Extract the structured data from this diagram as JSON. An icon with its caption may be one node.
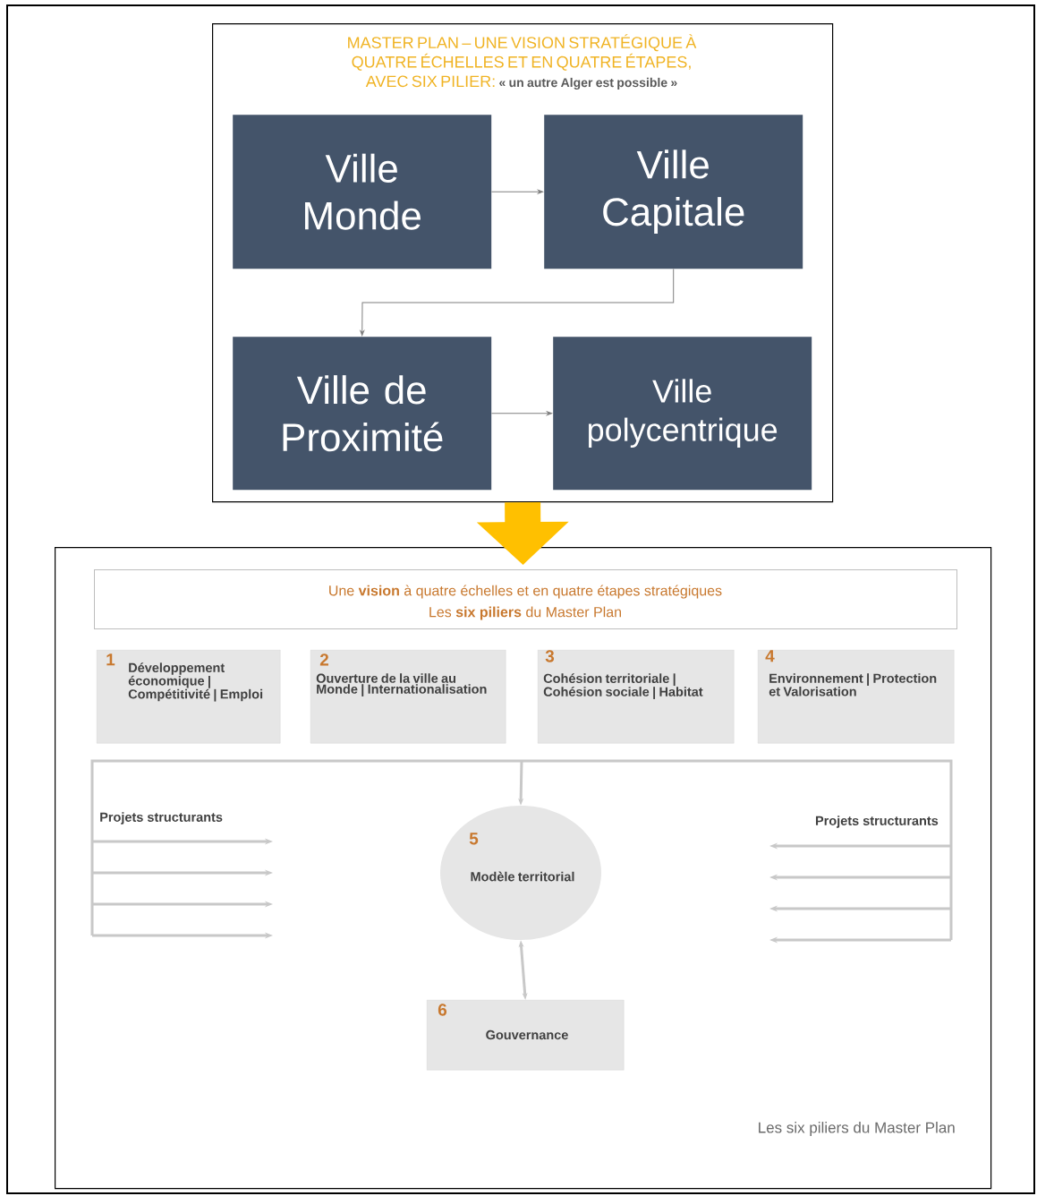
{
  "diagram": {
    "nodes": [
      {
        "text": [
          "MASTER PLAN – UNE VISION STRATÉGIQUE À QUATRE ÉCHELLES ET EN QUATRE ÉTAPES, AVEC SIX PILIER:",
          "« un autre Alger est possible »"
        ]
      },
      {
        "text": [
          "Ville Monde"
        ],
        "in": 0
      },
      {
        "text": [
          "Ville Capitale"
        ],
        "in": 0
      },
      {
        "text": [
          "Ville de Proximité"
        ],
        "in": 0
      },
      {
        "text": [
          "Ville polycentrique"
        ],
        "in": 0
      },
      {
        "text": [],
        "shape": "box"
      },
      {
        "text": [
          "Une **vision** à quatre échelles et en quatre étapes stratégiques",
          "Les **six piliers** du Master Plan"
        ],
        "in": 5
      },
      {
        "text": [
          "1",
          "Développement économique | Compétitivité | Emploi"
        ],
        "in": 5
      },
      {
        "text": [
          "2",
          "Ouverture de la ville au Monde | Internationalisation"
        ],
        "in": 5
      },
      {
        "text": [
          "3",
          "Cohésion territoriale | Cohésion sociale | Habitat"
        ],
        "in": 5
      },
      {
        "text": [
          "4",
          "Environnement | Protection et Valorisation"
        ],
        "in": 5
      },
      {
        "text": [
          "5",
          "Modèle territorial"
        ],
        "in": 5
      },
      {
        "text": [
          "6",
          "Gouvernance"
        ],
        "in": 5
      }
    ],
    "edges": [
      {
        "from": 1,
        "to": 2,
        "arrow": "to"
      },
      {
        "from": 2,
        "to": 3,
        "arrow": "to"
      },
      {
        "from": 3,
        "to": 4,
        "arrow": "to"
      },
      {
        "from": 0,
        "to": 5,
        "arrow": "to",
        "style": "thick",
        "color": "#ffc000"
      },
      {
        "from": null,
        "to": 11,
        "arrow": "to",
        "color": "#c8c8c8"
      },
      {
        "from": 11,
        "to": 12,
        "arrow": "both",
        "color": "#c8c8c8"
      }
    ],
    "labels": [
      "Projets structurants",
      "Projets structurants",
      "Les six piliers du Master Plan"
    ]
  }
}
